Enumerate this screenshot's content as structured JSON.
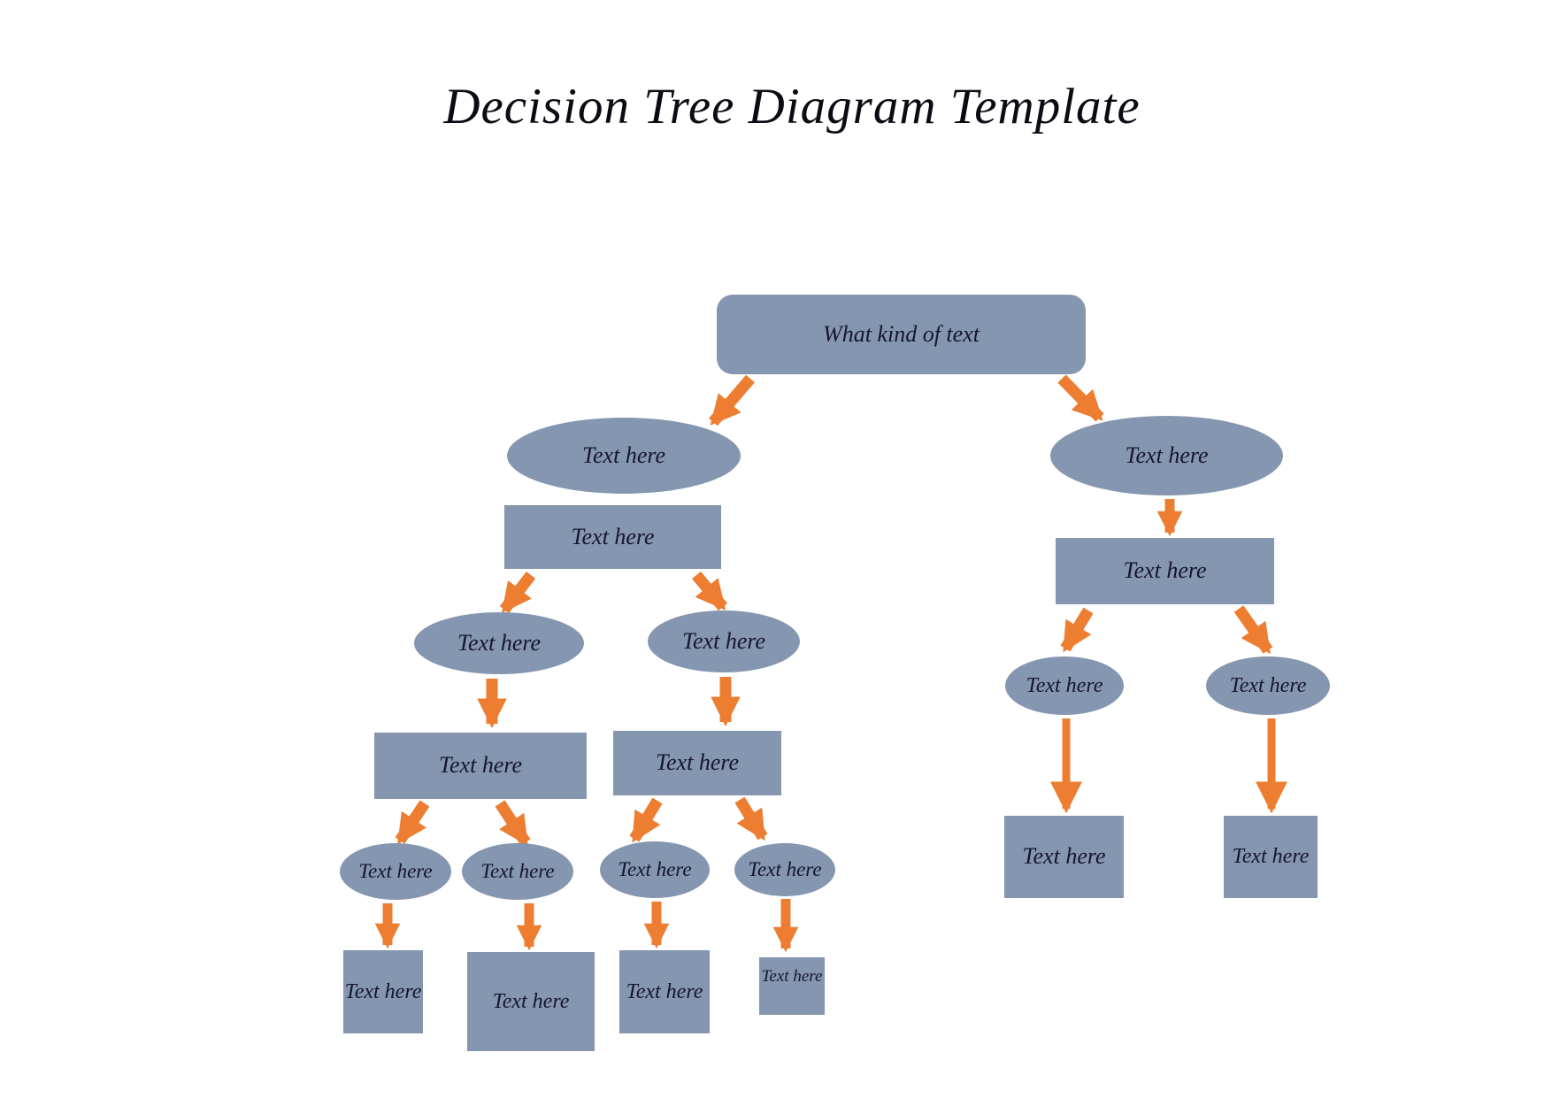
{
  "title": "Decision Tree Diagram Template",
  "colors": {
    "shape_fill": "#8496B0",
    "arrow": "#ED7D31",
    "text": "#16162E",
    "background": "#FFFFFF"
  },
  "nodes": {
    "root": {
      "label": "What kind of text",
      "shape": "rounded-rectangle"
    },
    "left_branch": {
      "label": "Text here",
      "shape": "ellipse"
    },
    "left_question": {
      "label": "Text here",
      "shape": "rectangle"
    },
    "left_option_a": {
      "label": "Text here",
      "shape": "ellipse"
    },
    "left_option_b": {
      "label": "Text here",
      "shape": "ellipse"
    },
    "left_question_a": {
      "label": "Text here",
      "shape": "rectangle"
    },
    "left_question_b": {
      "label": "Text here",
      "shape": "rectangle"
    },
    "leaf_option_1": {
      "label": "Text here",
      "shape": "ellipse"
    },
    "leaf_option_2": {
      "label": "Text here",
      "shape": "ellipse"
    },
    "leaf_option_3": {
      "label": "Text here",
      "shape": "ellipse"
    },
    "leaf_option_4": {
      "label": "Text here",
      "shape": "ellipse"
    },
    "leaf_result_1": {
      "label": "Text here",
      "shape": "rectangle"
    },
    "leaf_result_2": {
      "label": "Text here",
      "shape": "rectangle"
    },
    "leaf_result_3": {
      "label": "Text here",
      "shape": "rectangle"
    },
    "leaf_result_4": {
      "label": "Text here",
      "shape": "rectangle"
    },
    "right_branch": {
      "label": "Text here",
      "shape": "ellipse"
    },
    "right_question": {
      "label": "Text here",
      "shape": "rectangle"
    },
    "right_option_a": {
      "label": "Text here",
      "shape": "ellipse"
    },
    "right_option_b": {
      "label": "Text here",
      "shape": "ellipse"
    },
    "right_result_a": {
      "label": "Text here",
      "shape": "rectangle"
    },
    "right_result_b": {
      "label": "Text here",
      "shape": "rectangle"
    }
  }
}
